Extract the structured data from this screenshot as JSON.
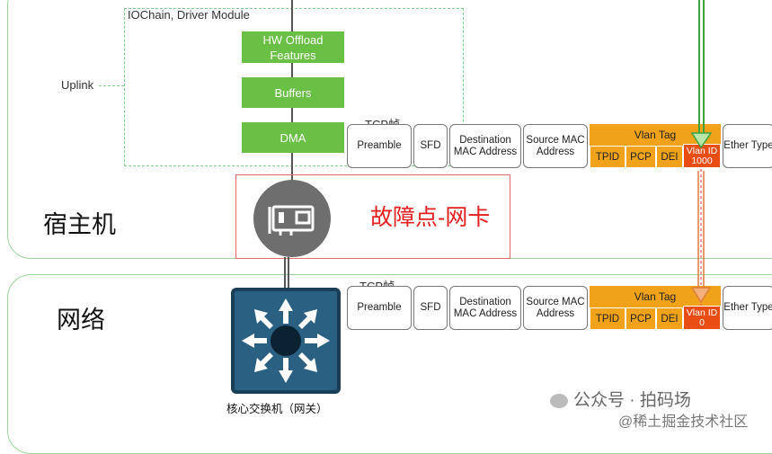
{
  "host": {
    "label": "宿主机"
  },
  "network": {
    "label": "网络"
  },
  "driver": {
    "title": "IOChain, Driver Module",
    "uplink": "Uplink",
    "blocks": [
      "HW Offload Features",
      "Buffers",
      "DMA"
    ]
  },
  "fault": {
    "label": "故障点-网卡"
  },
  "switch": {
    "label": "核心交换机（网关）"
  },
  "frame_top": {
    "tcp_label": "TCP帧",
    "fields": [
      "Preamble",
      "SFD",
      "Destination MAC Address",
      "Source MAC Address"
    ],
    "vlan_tag": "Vlan Tag",
    "vlan_subfields": [
      "TPID",
      "PCP",
      "DEI"
    ],
    "vlan_id": "Vlan ID 1000",
    "ether_type": "Ether Type"
  },
  "frame_bottom": {
    "tcp_label": "TCP帧",
    "fields": [
      "Preamble",
      "SFD",
      "Destination MAC Address",
      "Source MAC Address"
    ],
    "vlan_tag": "Vlan Tag",
    "vlan_subfields": [
      "TPID",
      "PCP",
      "DEI"
    ],
    "vlan_id": "Vlan ID 0",
    "ether_type": "Ether Type"
  },
  "watermark": {
    "line1": "公众号 · 拍码场",
    "line2": "@稀土掘金技术社区"
  },
  "colors": {
    "green_block": "#6abf45",
    "vlan_orange": "#f0a21b",
    "vlan_id_red": "#e84d14",
    "fault_red": "#e51e1e",
    "switch_blue": "#2a6183"
  }
}
